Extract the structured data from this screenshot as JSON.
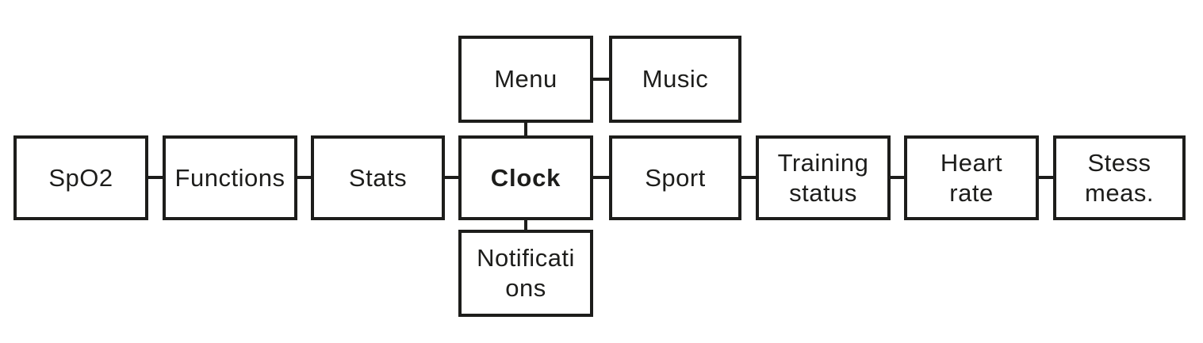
{
  "diagram": {
    "description": "Smartwatch screen navigation map",
    "colors": {
      "background": "#ffffff",
      "line": "#1d1d1b",
      "text": "#1d1d1b"
    },
    "nodes": [
      {
        "id": "menu",
        "label": "Menu",
        "lines": [
          "Menu"
        ]
      },
      {
        "id": "music",
        "label": "Music",
        "lines": [
          "Music"
        ]
      },
      {
        "id": "spo2",
        "label": "SpO2",
        "lines": [
          "SpO2"
        ]
      },
      {
        "id": "functions",
        "label": "Functions",
        "lines": [
          "Functions"
        ]
      },
      {
        "id": "stats",
        "label": "Stats",
        "lines": [
          "Stats"
        ]
      },
      {
        "id": "clock",
        "label": "Clock",
        "lines": [
          "Clock"
        ],
        "bold": true
      },
      {
        "id": "sport",
        "label": "Sport",
        "lines": [
          "Sport"
        ]
      },
      {
        "id": "training-status",
        "label": "Training status",
        "lines": [
          "Training",
          "status"
        ]
      },
      {
        "id": "heart-rate",
        "label": "Heart rate",
        "lines": [
          "Heart",
          "rate"
        ]
      },
      {
        "id": "stess-meas",
        "label": "Stess meas.",
        "lines": [
          "Stess",
          "meas."
        ]
      },
      {
        "id": "notifications",
        "label": "Notifications",
        "lines": [
          "Notificati",
          "ons"
        ]
      }
    ],
    "edges": [
      [
        "menu",
        "music"
      ],
      [
        "menu",
        "clock"
      ],
      [
        "spo2",
        "functions"
      ],
      [
        "functions",
        "stats"
      ],
      [
        "stats",
        "clock"
      ],
      [
        "clock",
        "sport"
      ],
      [
        "sport",
        "training-status"
      ],
      [
        "training-status",
        "heart-rate"
      ],
      [
        "heart-rate",
        "stess-meas"
      ],
      [
        "clock",
        "notifications"
      ]
    ]
  }
}
